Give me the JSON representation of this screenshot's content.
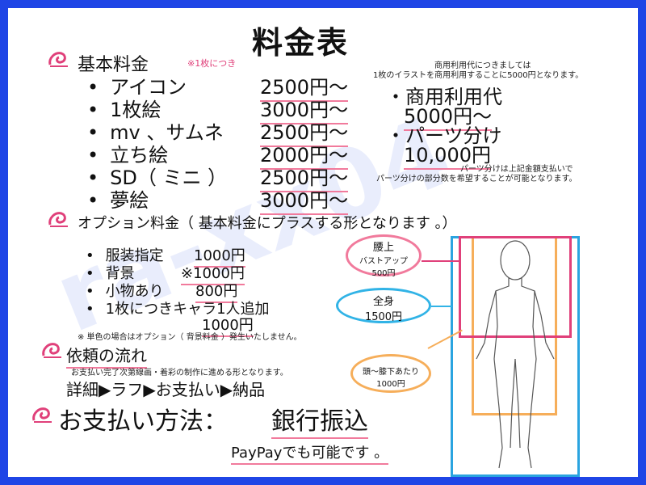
{
  "title": "料金表",
  "watermark": "ra-xx04",
  "colors": {
    "border": "#1f45e6",
    "pink": "#f17a9c",
    "magenta": "#e0407a",
    "cyan": "#31b3e6",
    "orange": "#f6ae5a",
    "blue_box": "#2aa4e0"
  },
  "basic": {
    "heading": "基本料金",
    "note": "※1枚につき",
    "items": [
      {
        "name": "アイコン",
        "price": "2500円〜"
      },
      {
        "name": "1枚絵",
        "price": "3000円〜"
      },
      {
        "name": "mv 、サムネ",
        "price": "2500円〜"
      },
      {
        "name": "立ち絵",
        "price": "2000円〜"
      },
      {
        "name": "SD（ ミニ ）",
        "price": "2500円〜"
      },
      {
        "name": "夢絵",
        "price": "3000円〜"
      }
    ]
  },
  "commercial": {
    "note": "商用利用代につきましては",
    "note2": "1枚のイラストを商用利用することに5000円となります。",
    "label": "・商用利用代",
    "price": "5000円〜"
  },
  "parts": {
    "label": "・パーツ分け",
    "price": "10,000円",
    "note": "パーツ分けは上記金額支払いで",
    "note2": "パーツ分けの部分数を希望することが可能となります。"
  },
  "options": {
    "heading": "オプション料金（ 基本料金にプラスする形となります 。）",
    "items": [
      {
        "name": "服装指定",
        "price": "1000円"
      },
      {
        "name": "背景",
        "price": "※1000円"
      },
      {
        "name": "小物あり",
        "price": "800円"
      },
      {
        "name": "1枚につきキャラ1人追加",
        "price": "1000円"
      }
    ],
    "footnote": "※ 単色の場合はオプション（ 背景料金 ）発生いたしません。"
  },
  "flow": {
    "heading": "依頼の流れ",
    "note": "お支払い完了次第線画・着彩の制作に進める形となります。",
    "steps": "詳細▶ラフ▶お支払い▶納品"
  },
  "payment": {
    "label": "お支払い方法：",
    "method": "銀行振込",
    "note": "PayPayでも可能です 。"
  },
  "framing": {
    "bust": {
      "label": "腰上",
      "sub": "バストアップ",
      "price": "500円"
    },
    "full": {
      "label": "全身",
      "price": "1500円"
    },
    "knee": {
      "label": "頭〜膝下あたり",
      "price": "1000円"
    }
  }
}
